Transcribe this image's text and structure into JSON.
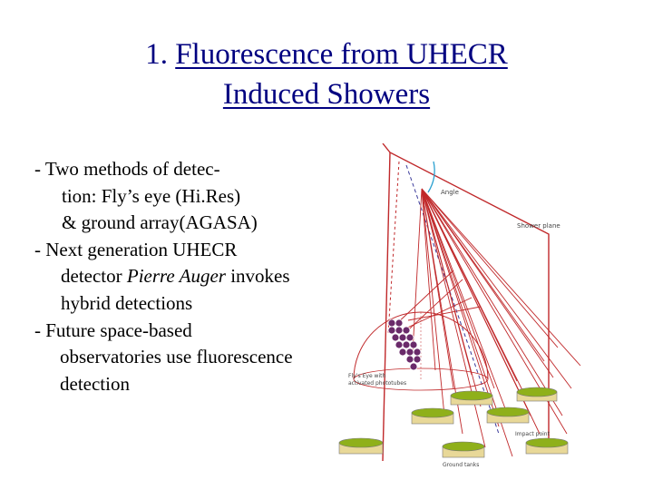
{
  "slide": {
    "title": {
      "number": "1.",
      "line1": "Fluorescence from UHECR",
      "line2": "Induced Showers"
    },
    "bullets": [
      {
        "first": "- Two methods of detec-",
        "cont": [
          "tion: Fly’s eye (Hi.Res)",
          "& ground array(AGASA)"
        ]
      },
      {
        "first": "- Next generation UHECR",
        "cont_prefix": "detector ",
        "cont_em": "Pierre Auger",
        "cont_suffix": " invokes",
        "cont2": "hybrid detections"
      },
      {
        "first": "- Future space-based",
        "cont": [
          "observatories use fluorescence",
          "detection"
        ]
      }
    ]
  },
  "diagram": {
    "labels": {
      "angle": "Angle",
      "shower_plane": "Shower plane",
      "flys_eye": "Fly’s Eye with",
      "activated": "activated phototubes",
      "impact": "Impact point",
      "ground_tanks": "Ground tanks"
    },
    "colors": {
      "shower": "#c0282a",
      "plane": "#c0282a",
      "axis": "#3a3a9a",
      "angle_arc": "#2aa0d0",
      "tubes": "#6a2a6a",
      "tank_top": "#8fb01a",
      "tank_body": "#e8d898"
    }
  }
}
